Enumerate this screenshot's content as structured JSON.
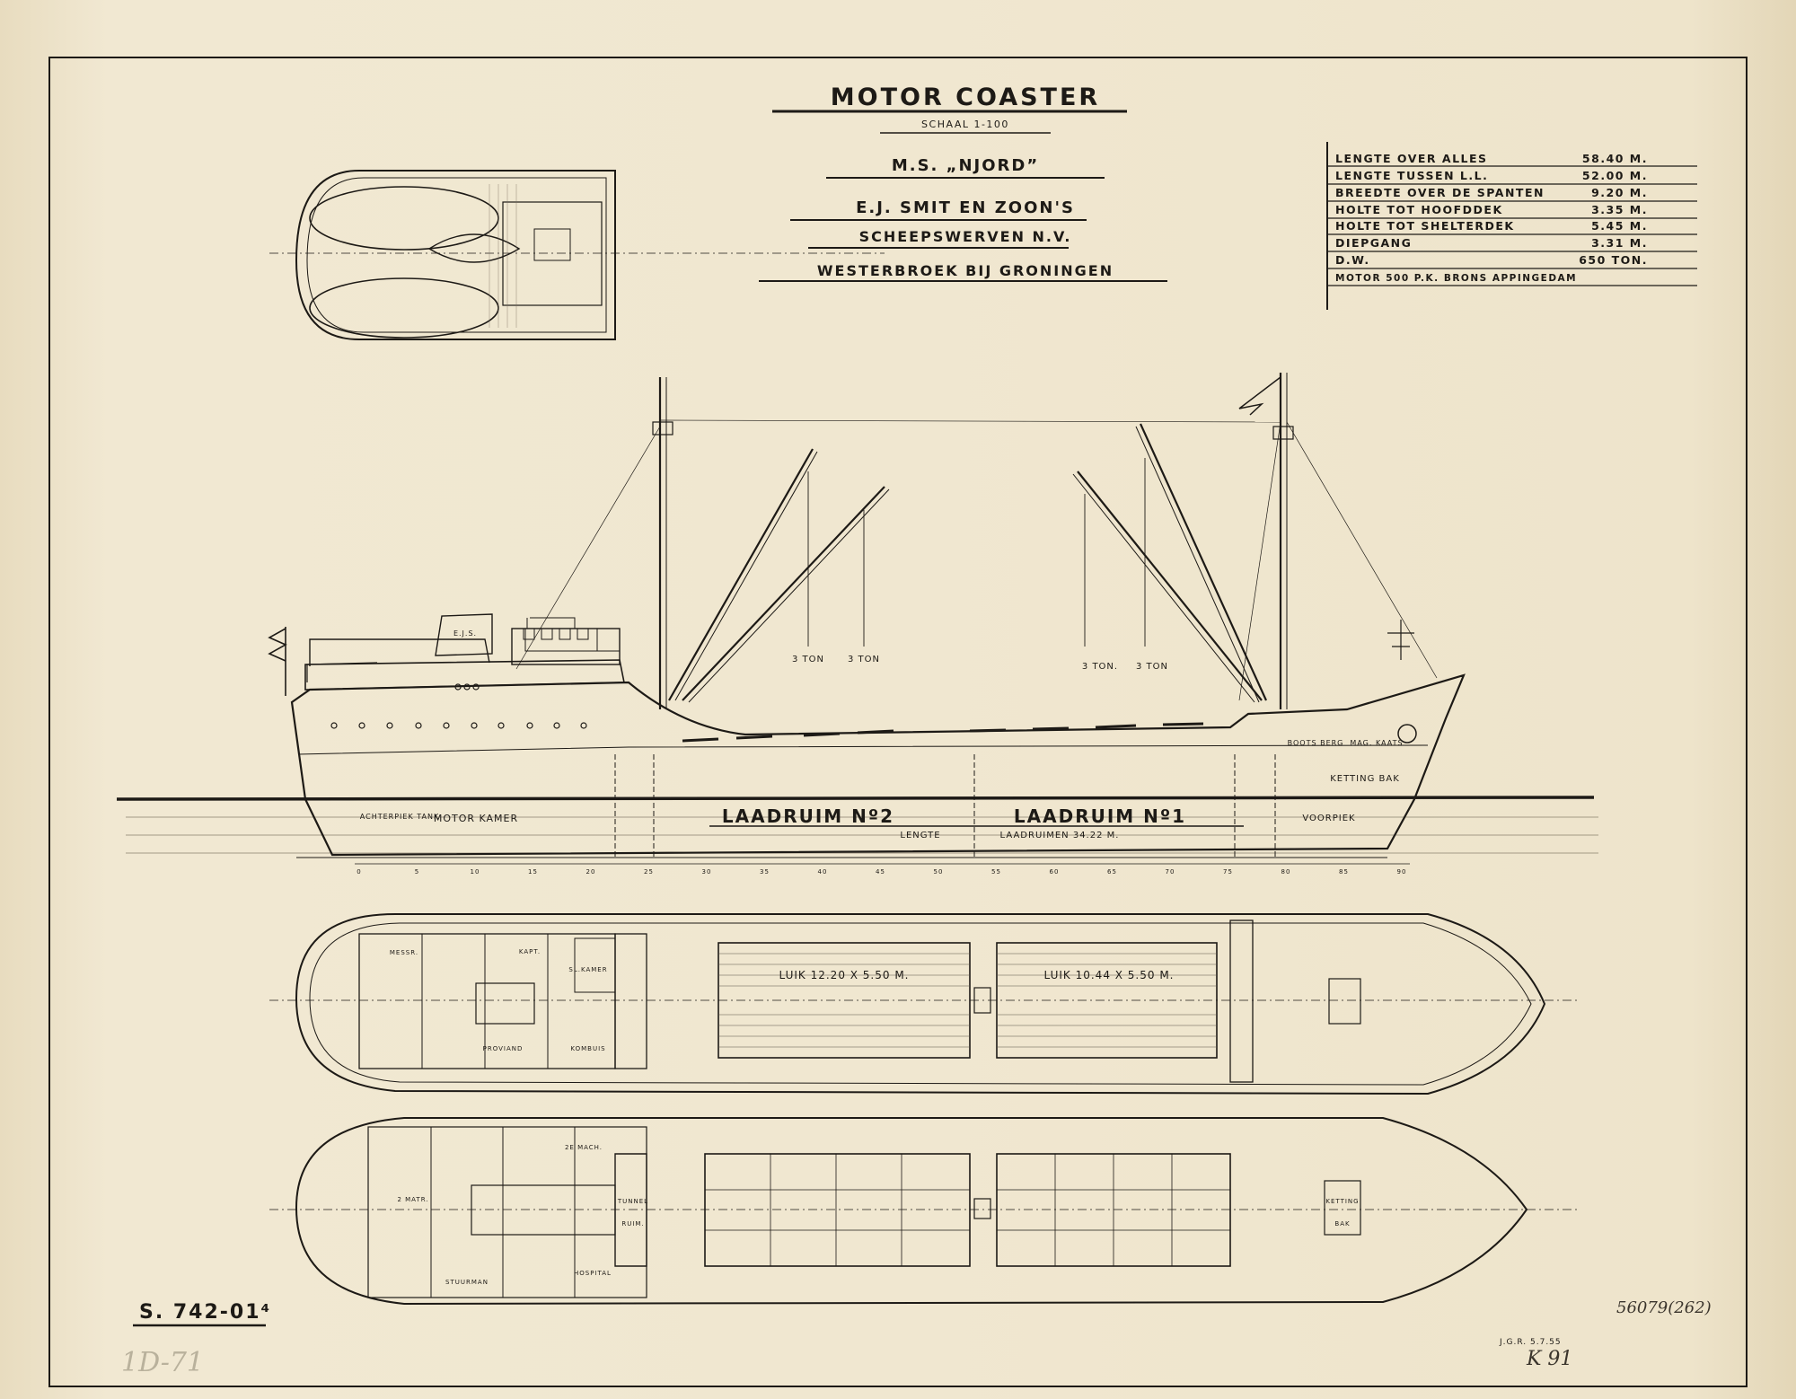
{
  "title": {
    "main": "MOTOR COASTER",
    "scale": "SCHAAL 1-100",
    "ship": "M.S. „NJORD”",
    "yard": "E.J. SMIT EN ZOON'S",
    "company": "SCHEEPSWERVEN N.V.",
    "location": "WESTERBROEK BIJ GRONINGEN"
  },
  "specs": [
    {
      "label": "LENGTE OVER ALLES",
      "value": "58.40 M."
    },
    {
      "label": "LENGTE TUSSEN L.L.",
      "value": "52.00 M."
    },
    {
      "label": "BREEDTE OVER DE SPANTEN",
      "value": "9.20 M."
    },
    {
      "label": "HOLTE TOT HOOFDDEK",
      "value": "3.35 M."
    },
    {
      "label": "HOLTE TOT SHELTERDEK",
      "value": "5.45 M."
    },
    {
      "label": "DIEPGANG",
      "value": "3.31 M."
    },
    {
      "label": "D.W.",
      "value": "650 TON."
    },
    {
      "label": "MOTOR 500 P.K. BRONS APPINGEDAM",
      "value": ""
    }
  ],
  "profile": {
    "funnel_mark": "E.J.S.",
    "derricks": [
      "3 TON",
      "3 TON",
      "3 TON.",
      "3 TON"
    ],
    "compartments": {
      "engine_room": "MOTOR KAMER",
      "hold_2": "LAADRUIM Nº2",
      "hold_1": "LAADRUIM Nº1",
      "length_word": "LENGTE",
      "length_value": "LAADRUIMEN 34.22 M.",
      "forepeak": "VOORPIEK",
      "chain_locker": "KETTING BAK",
      "aft_peak": "ACHTERPIEK TANK",
      "boatswain_store": "BOOTS BERG",
      "lamp_store": "MAG. KAATS"
    },
    "frames": [
      "0",
      "5",
      "10",
      "15",
      "20",
      "25",
      "30",
      "35",
      "40",
      "45",
      "50",
      "55",
      "60",
      "65",
      "70",
      "75",
      "80",
      "85",
      "90"
    ]
  },
  "deck": {
    "rooms": [
      "MESSR.",
      "KAPT.",
      "SL.KAMER",
      "PROVIAND",
      "KOMBUIS"
    ],
    "hatches": [
      "LUIK 12.20 X 5.50 M.",
      "LUIK 10.44 X 5.50 M."
    ]
  },
  "lower": {
    "rooms": [
      "TUNNEL",
      "RUIM.",
      "2 MATR.",
      "STUURMAN",
      "2E MACH.",
      "HOSPITAL",
      "KETTING",
      "BAK"
    ]
  },
  "footer": {
    "drawing_number": "S. 742-01⁴",
    "pencil_mark": "1D-71",
    "archive_number": "56079(262)",
    "archive_code": "K 91",
    "revision": "J.G.R.  5.7.55"
  }
}
